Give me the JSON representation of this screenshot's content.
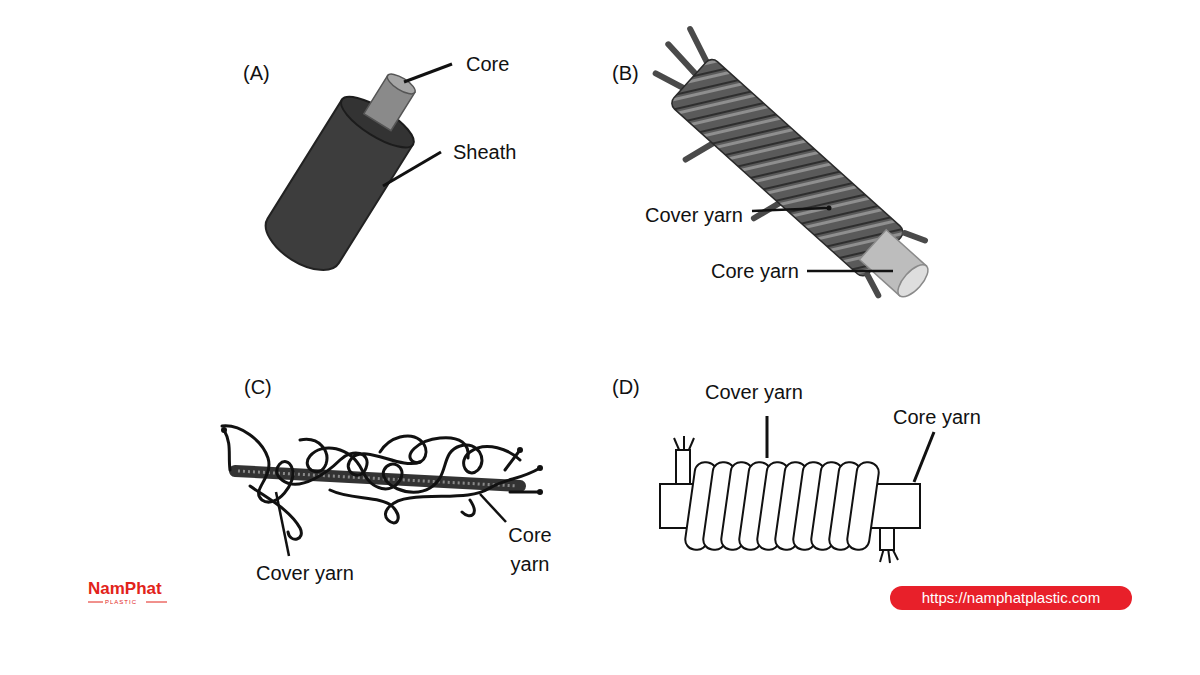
{
  "diagram": {
    "labels": [
      "(A)",
      "Core",
      "Sheath",
      "(B)",
      "Cover yarn",
      "Core yarn",
      "(C)",
      "Cover yarn",
      "Core yarn",
      "(D)",
      "Cover yarn",
      "Core yarn",
      "NamPhat",
      "PLASTIC",
      "https://namphatplastic.com"
    ]
  }
}
